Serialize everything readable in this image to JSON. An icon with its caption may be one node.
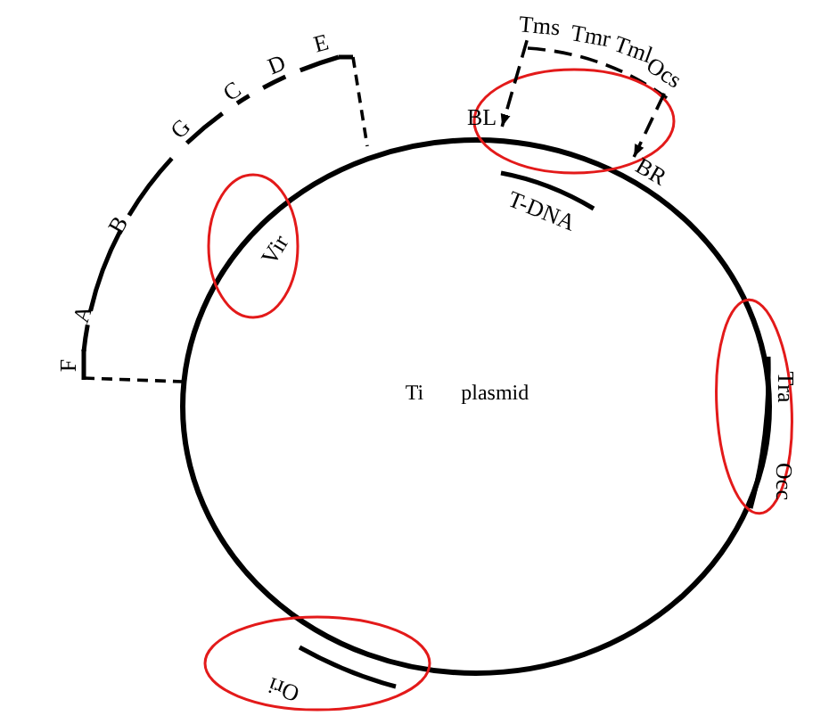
{
  "diagram": {
    "nodes": [
      {
        "text": [
          "Ti plasmid"
        ]
      },
      {
        "text": [
          "Tms"
        ]
      },
      {
        "text": [
          "Tmr"
        ]
      },
      {
        "text": [
          "Tml"
        ]
      },
      {
        "text": [
          "Ocs"
        ]
      },
      {
        "text": [
          "BL"
        ]
      },
      {
        "text": [
          "BR"
        ]
      }
    ],
    "edges": [
      {
        "from": 1,
        "to": 5,
        "arrow": "to",
        "style": "dashed"
      },
      {
        "from": 4,
        "to": 6,
        "arrow": "to",
        "style": "dashed"
      }
    ],
    "labels": [
      "E",
      "D",
      "C",
      "G",
      "B",
      "A",
      "F",
      "Vir",
      "T-DNA",
      "Tra",
      "Occ",
      "Ori"
    ]
  }
}
